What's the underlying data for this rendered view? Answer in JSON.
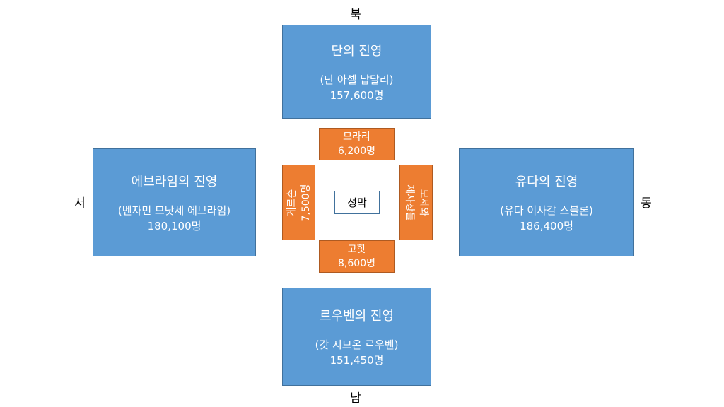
{
  "directions": {
    "north": "북",
    "south": "남",
    "west": "서",
    "east": "동"
  },
  "camps": {
    "north": {
      "title": "단의 진영",
      "tribes": "(단 아셀 납달리)",
      "count": "157,600명"
    },
    "west": {
      "title": "에브라임의 진영",
      "tribes": "(벤자민 므낫세 에브라임)",
      "count": "180,100명"
    },
    "east": {
      "title": "유다의 진영",
      "tribes": "(유다 이사갈 스블론)",
      "count": "186,400명"
    },
    "south": {
      "title": "르우벤의 진영",
      "tribes": "(갓 시므온 르우벤)",
      "count": "151,450명"
    }
  },
  "levites": {
    "north": {
      "name": "므라리",
      "count": "6,200명"
    },
    "west": {
      "name": "게르손",
      "count": "7,500명"
    },
    "east": {
      "name": "모세와",
      "count": "제사장들"
    },
    "south": {
      "name": "고핫",
      "count": "8,600명"
    }
  },
  "center": "성막",
  "colors": {
    "camp": "#5b9bd5",
    "levite": "#ed7d31"
  }
}
